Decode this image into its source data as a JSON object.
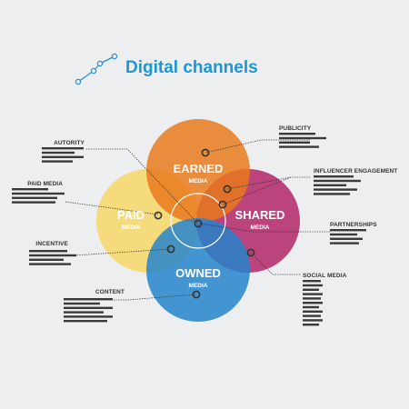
{
  "title": "Digital channels",
  "colors": {
    "background": "#eceef0",
    "title": "#1f95d3",
    "earned": "#e8781c",
    "paid": "#f9d65c",
    "shared": "#b01e63",
    "owned": "#2283cc",
    "placeholder_lines": "#3a3a3a"
  },
  "circles": {
    "earned": {
      "name": "EARNED",
      "sub": "MEDIA"
    },
    "paid": {
      "name": "PAID",
      "sub": "MEDIA"
    },
    "shared": {
      "name": "SHARED",
      "sub": "MEDIA"
    },
    "owned": {
      "name": "OWNED",
      "sub": "MEDIA"
    }
  },
  "callouts": {
    "autority": "AUTORITY",
    "paid_media": "PAID MEDIA",
    "incentive": "INCENTIVE",
    "content": "CONTENT",
    "publicity": "PUBLICITY",
    "influencer_engagement": "INFLUENCER ENGAGEMENT",
    "partnerships": "PARTNERSHIPS",
    "social_media": "SOCIAL MEDIA"
  },
  "icons": {
    "title_icon": "network-nodes-icon"
  }
}
